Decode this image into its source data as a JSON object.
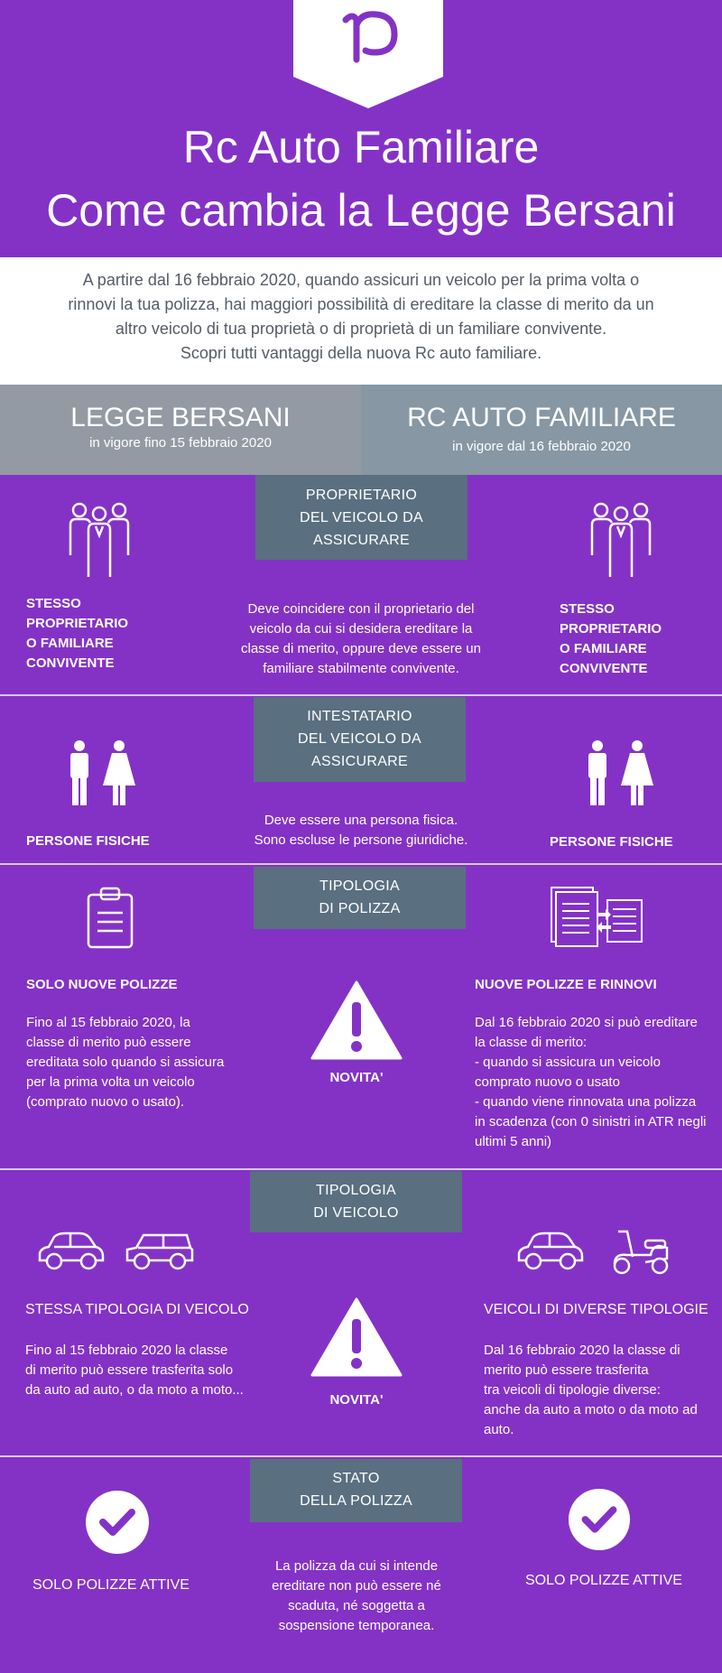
{
  "header": {
    "title_line1": "Rc Auto Familiare",
    "title_line2": "Come cambia la Legge Bersani"
  },
  "intro": {
    "line1": "A partire dal 16 febbraio 2020, quando assicuri un veicolo per la prima volta o",
    "line2": "rinnovi la tua polizza, hai maggiori possibilità di ereditare la classe di merito da un",
    "line3": "altro veicolo di tua proprietà o di proprietà di un familiare convivente.",
    "line4": "Scopri tutti vantaggi della nuova Rc auto familiare."
  },
  "columns": {
    "left": {
      "title": "LEGGE BERSANI",
      "subtitle": "in vigore fino 15 febbraio 2020"
    },
    "right": {
      "title": "RC AUTO FAMILIARE",
      "subtitle": "in vigore dal 16 febbraio 2020"
    }
  },
  "colors": {
    "purple": "#8432c6",
    "slate": "#5a6f80",
    "grey_left": "#939aa3",
    "grey_right": "#8797a3"
  },
  "sections": {
    "proprietario": {
      "label_l1": "PROPRIETARIO",
      "label_l2": "DEL VEICOLO DA",
      "label_l3": "ASSICURARE",
      "left_l1": "STESSO",
      "left_l2": "PROPRIETARIO",
      "left_l3": "O FAMILIARE",
      "left_l4": "CONVIVENTE",
      "mid_l1": "Deve coincidere con  il proprietario del",
      "mid_l2": "veicolo da cui si desidera ereditare la",
      "mid_l3": "classe di merito, oppure deve essere un",
      "mid_l4": "familiare stabilmente convivente.",
      "right_l1": "STESSO",
      "right_l2": "PROPRIETARIO",
      "right_l3": "O FAMILIARE",
      "right_l4": "CONVIVENTE",
      "icon": "group-people-icon"
    },
    "intestatario": {
      "label_l1": "INTESTATARIO",
      "label_l2": "DEL VEICOLO DA",
      "label_l3": "ASSICURARE",
      "left": "PERSONE  FISICHE",
      "mid_l1": "Deve essere una persona fisica.",
      "mid_l2": "Sono escluse le persone giuridiche.",
      "right": "PERSONE  FISICHE",
      "icon": "man-woman-icon"
    },
    "tipologia_polizza": {
      "label_l1": "TIPOLOGIA",
      "label_l2": "DI POLIZZA",
      "left_title": "SOLO NUOVE POLIZZE",
      "left_l1": "Fino al 15 febbraio 2020, la",
      "left_l2": "classe di merito può essere",
      "left_l3": "ereditata solo quando si assicura",
      "left_l4": "per la prima volta un veicolo",
      "left_l5": "(comprato nuovo o usato).",
      "novita": "NOVITA'",
      "right_title": "NUOVE POLIZZE E RINNOVI",
      "right_l1": "Dal 16 febbraio 2020 si può ereditare",
      "right_l2": "la classe di merito:",
      "right_l3": "- quando  si assicura un veicolo",
      "right_l4": "comprato nuovo o usato",
      "right_l5": "-  quando viene rinnovata una polizza",
      "right_l6": "in scadenza (con 0 sinistri in ATR negli",
      "right_l7": "ultimi 5 anni)",
      "icons": [
        "clipboard-icon",
        "documents-transfer-icon",
        "warning-icon"
      ]
    },
    "tipologia_veicolo": {
      "label_l1": "TIPOLOGIA",
      "label_l2": "DI VEICOLO",
      "left_title": "STESSA TIPOLOGIA DI VEICOLO",
      "left_l1": "Fino al 15 febbraio 2020 la classe",
      "left_l2": "di merito può essere trasferita solo",
      "left_l3": "da auto ad auto, o da moto a moto...",
      "novita": "NOVITA'",
      "right_title": "VEICOLI DI DIVERSE TIPOLOGIE",
      "right_l1": "Dal 16 febbraio 2020 la classe di",
      "right_l2": "merito può essere trasferita",
      "right_l3": "tra veicoli di tipologie diverse:",
      "right_l4": "anche da auto a moto o da moto ad",
      "right_l5": "auto.",
      "icons": [
        "car-icon",
        "suv-icon",
        "scooter-icon"
      ]
    },
    "stato_polizza": {
      "label_l1": "STATO",
      "label_l2": "DELLA POLIZZA",
      "left": "SOLO POLIZZE ATTIVE",
      "mid_l1": "La polizza da cui si intende",
      "mid_l2": "ereditare non può essere né",
      "mid_l3": "scaduta, né soggetta a",
      "mid_l4": "sospensione temporanea.",
      "right": "SOLO POLIZZE ATTIVE",
      "icon": "check-circle-icon"
    }
  }
}
